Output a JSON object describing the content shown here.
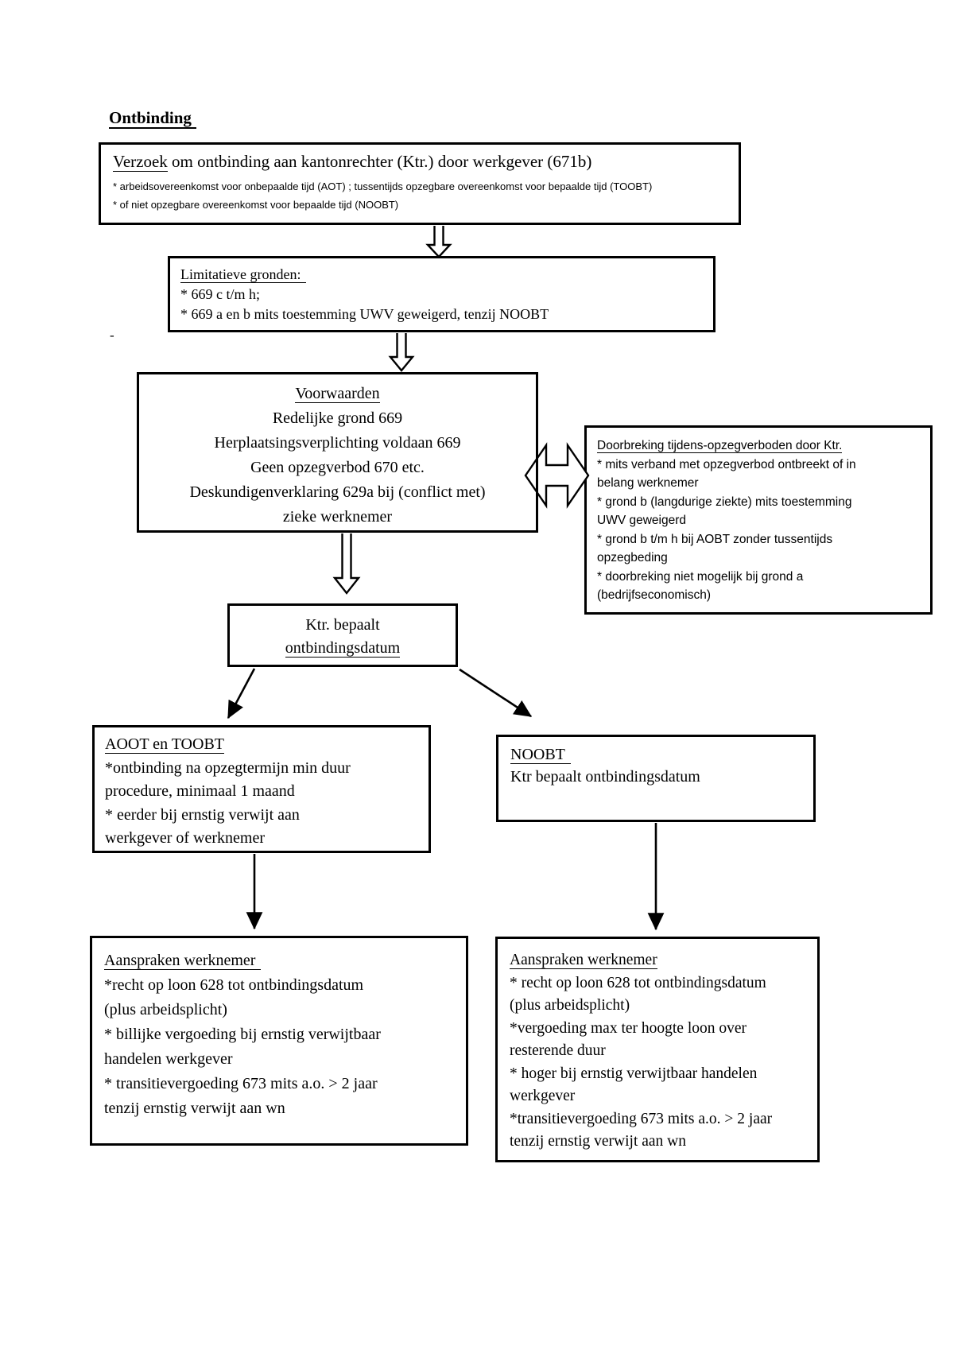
{
  "page": {
    "title": "Ontbinding"
  },
  "misc": {
    "stray_dash": "-"
  },
  "colors": {
    "line": "#000000",
    "background": "#ffffff"
  },
  "boxes": {
    "verzoek": {
      "heading_underlined": "Verzoek",
      "heading_rest": " om ontbinding aan kantonrechter (Ktr.) door werkgever (671b)",
      "bullets": [
        "* arbeidsovereenkomst voor onbepaalde tijd (AOT) ; tussentijds opzegbare overeenkomst voor bepaalde tijd (TOOBT)",
        "* of niet opzegbare overeenkomst voor bepaalde tijd  (NOOBT)"
      ]
    },
    "limitatieve": {
      "heading": "Limitatieve gronden:",
      "lines": [
        "* 669 c t/m h;",
        "* 669 a en b mits toestemming UWV geweigerd, tenzij NOOBT"
      ]
    },
    "voorwaarden": {
      "heading": "Voorwaarden",
      "lines": [
        "Redelijke grond 669",
        "Herplaatsingsverplichting voldaan 669",
        "Geen opzegverbod 670 etc.",
        "Deskundigenverklaring 629a bij (conflict met)",
        "zieke werknemer"
      ]
    },
    "doorbreking": {
      "heading": "Doorbreking tijdens-opzegverboden door Ktr.",
      "lines": [
        "* mits verband met opzegverbod ontbreekt of in",
        "belang werknemer",
        "* grond b (langdurige ziekte) mits toestemming",
        "UWV geweigerd",
        "* grond b t/m h bij AOBT zonder tussentijds",
        "opzegbeding",
        "* doorbreking niet mogelijk bij grond a",
        "(bedrijfseconomisch)"
      ]
    },
    "ktr": {
      "line1": "Ktr. bepaalt",
      "line2": "ontbindingsdatum"
    },
    "aoot": {
      "heading": "AOOT en TOOBT",
      "lines": [
        "*ontbinding na opzegtermijn min duur",
        "procedure, minimaal 1 maand",
        "* eerder bij ernstig verwijt aan",
        "werkgever of werknemer"
      ]
    },
    "noobt": {
      "heading": "NOOBT",
      "line": "Ktr bepaalt ontbindingsdatum"
    },
    "aanspraken_links": {
      "heading": "Aanspraken werknemer",
      "lines": [
        "*recht op loon 628 tot ontbindingsdatum",
        "(plus arbeidsplicht)",
        "* billijke vergoeding bij ernstig verwijtbaar",
        "handelen werkgever",
        "* transitievergoeding 673 mits a.o. > 2 jaar",
        "tenzij ernstig verwijt aan wn"
      ]
    },
    "aanspraken_rechts": {
      "heading": "Aanspraken werknemer",
      "lines": [
        "* recht op loon 628 tot ontbindingsdatum",
        "(plus arbeidsplicht)",
        "*vergoeding max ter hoogte loon over",
        "resterende duur",
        "* hoger bij ernstig verwijtbaar handelen",
        "werkgever",
        "*transitievergoeding 673 mits a.o. > 2 jaar",
        "tenzij ernstig verwijt aan wn"
      ]
    }
  }
}
